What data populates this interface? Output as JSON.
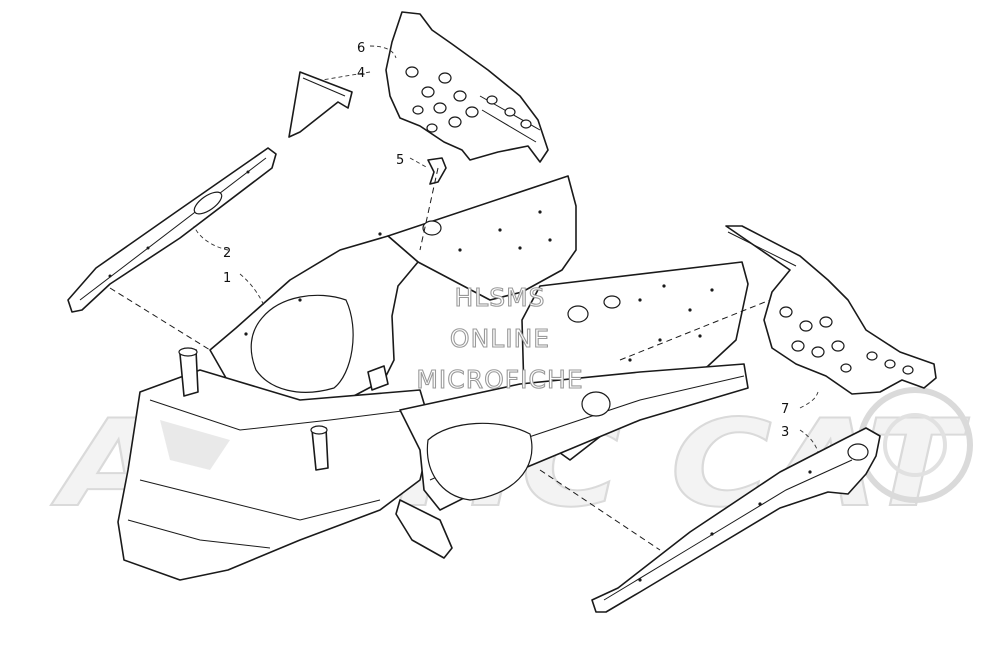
{
  "watermark": {
    "lines": [
      "HLSMS",
      "ONLINE",
      "MICROFICHE"
    ],
    "logo": "ARCTIC CAT"
  },
  "callouts": [
    {
      "id": "6",
      "label": "6"
    },
    {
      "id": "4",
      "label": "4"
    },
    {
      "id": "5",
      "label": "5"
    },
    {
      "id": "2",
      "label": "2"
    },
    {
      "id": "1",
      "label": "1"
    },
    {
      "id": "7",
      "label": "7"
    },
    {
      "id": "3",
      "label": "3"
    }
  ]
}
